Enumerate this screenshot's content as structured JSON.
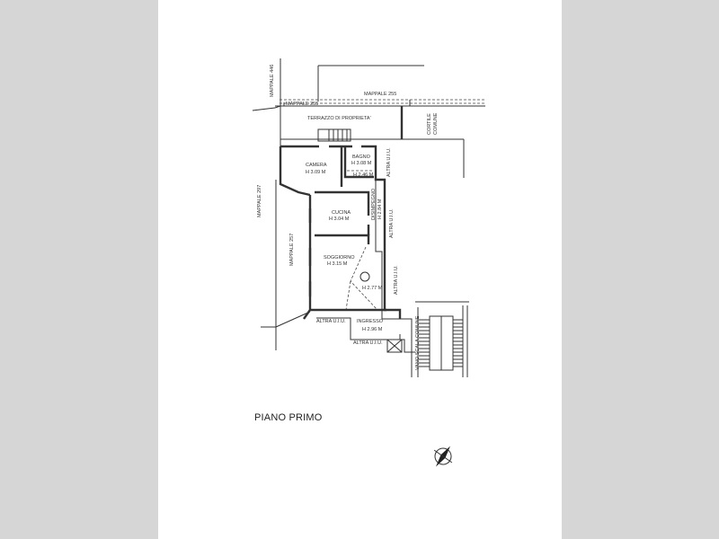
{
  "plan": {
    "title": "PIANO PRIMO",
    "labels": {
      "mappale_446": "MAPPALE 446",
      "mappale_255_top": "MAPPALE 255",
      "mappale_255_strip": "MAPPALE 255",
      "terrazzo": "TERRAZZO DI PROPRIETA'",
      "cortile": "CORTILE",
      "comune": "COMUNE",
      "mappale_297": "MAPPALE 297",
      "mappale_257": "MAPPALE 257",
      "altra_uiu_1": "ALTRA U.I.U.",
      "altra_uiu_2": "ALTRA U.I.U.",
      "altra_uiu_3": "ALTRA U.I.U.",
      "altra_uiu_4": "ALTRA U.I.U.",
      "altra_uiu_5": "ALTRA U.I.U.",
      "vano_scala": "VANO SCALA COMUNE"
    },
    "rooms": [
      {
        "name": "CAMERA",
        "height": "H 3.09 M"
      },
      {
        "name": "BAGNO",
        "height": "H 3.08 M",
        "extra": "H 2.46 M"
      },
      {
        "name": "CUCINA",
        "height": "H 3.04 M"
      },
      {
        "name": "DISIMPEGNO",
        "height": "H 2.84 M"
      },
      {
        "name": "SOGGIORNO",
        "height": "H 3.15 M",
        "extra": "H 2.77 M"
      },
      {
        "name": "INGRESSO",
        "height": "H 2.96 M"
      }
    ]
  }
}
